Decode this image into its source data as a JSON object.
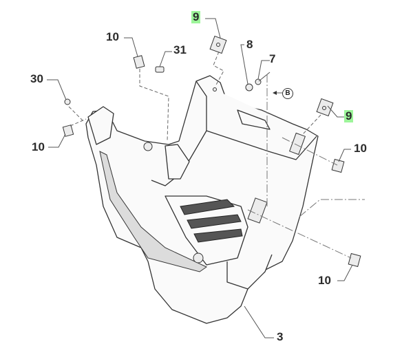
{
  "diagram": {
    "labels": {
      "part_9_top": "9",
      "part_10_top": "10",
      "part_31": "31",
      "part_8": "8",
      "part_7": "7",
      "part_30": "30",
      "part_10_left": "10",
      "part_9_right": "9",
      "part_10_right": "10",
      "part_10_bottom": "10",
      "part_3": "3",
      "view_ref": "B"
    },
    "highlight_color": "#9df59a"
  }
}
